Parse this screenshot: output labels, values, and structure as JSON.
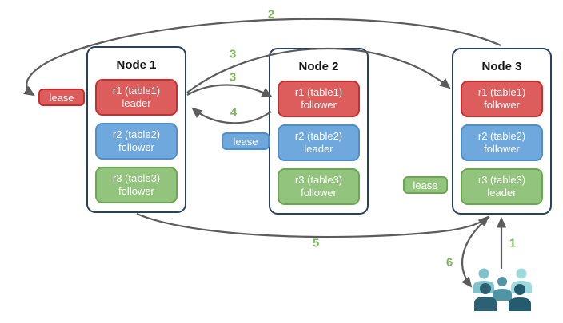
{
  "diagram": {
    "nodes": [
      {
        "title": "Node 1",
        "replicas": [
          {
            "line1": "r1 (table1)",
            "line2": "leader",
            "color": "red"
          },
          {
            "line1": "r2 (table2)",
            "line2": "follower",
            "color": "blue"
          },
          {
            "line1": "r3 (table3)",
            "line2": "follower",
            "color": "green"
          }
        ]
      },
      {
        "title": "Node 2",
        "replicas": [
          {
            "line1": "r1 (table1)",
            "line2": "follower",
            "color": "red"
          },
          {
            "line1": "r2 (table2)",
            "line2": "leader",
            "color": "blue"
          },
          {
            "line1": "r3 (table3)",
            "line2": "follower",
            "color": "green"
          }
        ]
      },
      {
        "title": "Node 3",
        "replicas": [
          {
            "line1": "r1 (table1)",
            "line2": "follower",
            "color": "red"
          },
          {
            "line1": "r2 (table2)",
            "line2": "follower",
            "color": "blue"
          },
          {
            "line1": "r3 (table3)",
            "line2": "leader",
            "color": "green"
          }
        ]
      }
    ],
    "leases": [
      {
        "label": "lease",
        "color": "red"
      },
      {
        "label": "lease",
        "color": "blue"
      },
      {
        "label": "lease",
        "color": "green"
      }
    ],
    "step_labels": [
      {
        "text": "2"
      },
      {
        "text": "3"
      },
      {
        "text": "3"
      },
      {
        "text": "4"
      },
      {
        "text": "5"
      },
      {
        "text": "1"
      },
      {
        "text": "6"
      }
    ],
    "icons": {
      "users": "users-icon"
    },
    "colors": {
      "replica_red": "#dd5c5c",
      "replica_red_border": "#c62f2f",
      "replica_blue": "#6fa8dc",
      "replica_blue_border": "#4e8fc6",
      "replica_green": "#93c47d",
      "replica_green_border": "#6aa84f",
      "node_border": "#28415f",
      "arrow_gray": "#5c5c5c",
      "label_green": "#79b55a",
      "users_back_left": "#7fc2cb",
      "users_back_right": "#9ed9dd",
      "users_center": "#4f95a3",
      "users_front_left": "#2c6073",
      "users_front_right": "#245c6f"
    }
  }
}
